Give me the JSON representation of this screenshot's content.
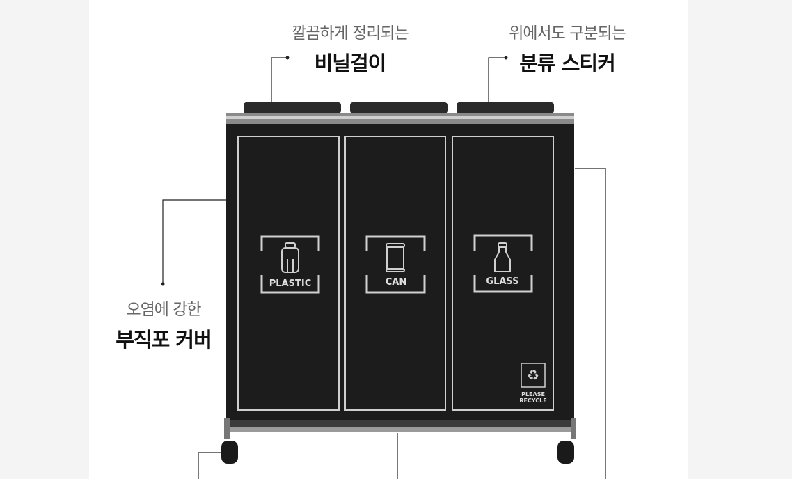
{
  "callouts": {
    "hanger": {
      "sub": "깔끔하게 정리되는",
      "main": "비닐걸이"
    },
    "sticker": {
      "sub": "위에서도 구분되는",
      "main": "분류 스티커"
    },
    "cover": {
      "sub": "오염에 강한",
      "main": "부직포 커버"
    }
  },
  "bins": [
    {
      "label": "PLASTIC",
      "icon": "plastic-bottle-icon"
    },
    {
      "label": "CAN",
      "icon": "can-icon"
    },
    {
      "label": "GLASS",
      "icon": "glass-bottle-icon"
    }
  ],
  "recycle_badge": {
    "line1": "PLEASE",
    "line2": "RECYCLE",
    "icon": "recycle-icon"
  },
  "colors": {
    "cover": "#1c1c1c",
    "line": "#222222",
    "print": "#d8d8d8"
  }
}
